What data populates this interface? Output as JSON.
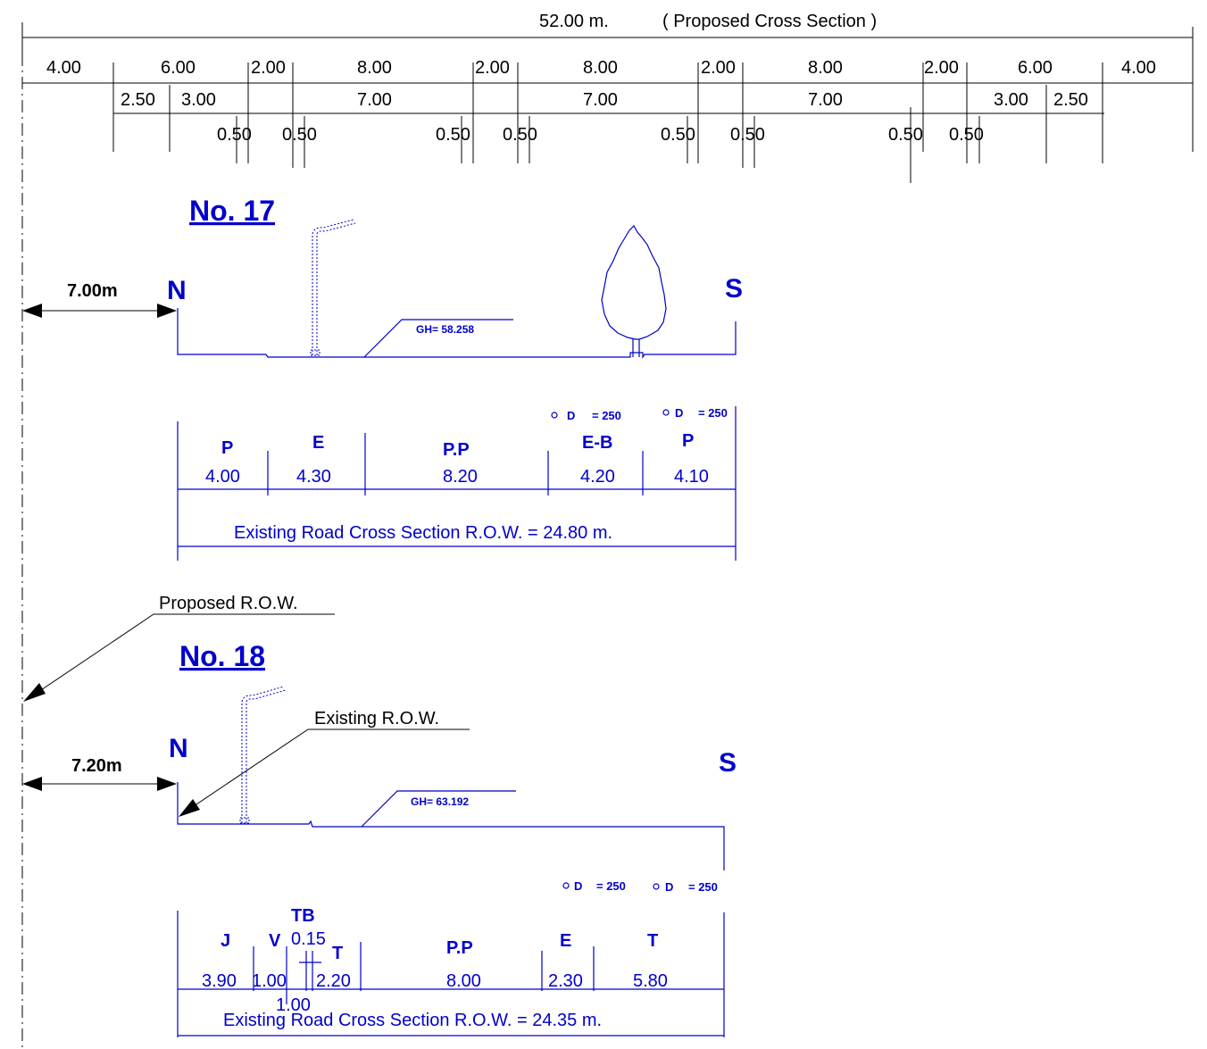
{
  "proposed": {
    "total": "52.00 m.",
    "title": "( Proposed Cross Section )",
    "row1": [
      "4.00",
      "6.00",
      "2.00",
      "8.00",
      "2.00",
      "8.00",
      "2.00",
      "8.00",
      "2.00",
      "6.00",
      "4.00"
    ],
    "row2": [
      "2.50",
      "3.00",
      "7.00",
      "7.00",
      "7.00",
      "3.00",
      "2.50"
    ],
    "row3": [
      "0.50",
      "0.50",
      "0.50",
      "0.50",
      "0.50",
      "0.50",
      "0.50",
      "0.50"
    ]
  },
  "section17": {
    "title": "No. 17",
    "offset": "7.00m",
    "north": "N",
    "south": "S",
    "gh": "GH= 58.258",
    "d1": "D",
    "d1val": "= 250",
    "d2": "D",
    "d2val": "= 250",
    "codes": [
      "P",
      "E",
      "P.P",
      "E-B",
      "P"
    ],
    "widths": [
      "4.00",
      "4.30",
      "8.20",
      "4.20",
      "4.10"
    ],
    "row_label": "Existing Road Cross Section R.O.W. = 24.80 m."
  },
  "proposed_row_label": "Proposed R.O.W.",
  "section18": {
    "title": "No. 18",
    "offset": "7.20m",
    "north": "N",
    "south": "S",
    "existing_row_label": "Existing R.O.W.",
    "gh": "GH= 63.192",
    "d1": "D",
    "d1val": "= 250",
    "d2": "D",
    "d2val": "= 250",
    "codes": [
      "J",
      "V",
      "TB",
      "T",
      "P.P",
      "E",
      "T"
    ],
    "tb_width": "0.15",
    "widths": [
      "3.90",
      "1.00",
      "2.20",
      "8.00",
      "2.30",
      "5.80"
    ],
    "extra_width": "1.00",
    "row_label": "Existing Road Cross Section R.O.W. = 24.35 m."
  },
  "colors": {
    "ink": "#000000",
    "blue": "#0000cc"
  }
}
